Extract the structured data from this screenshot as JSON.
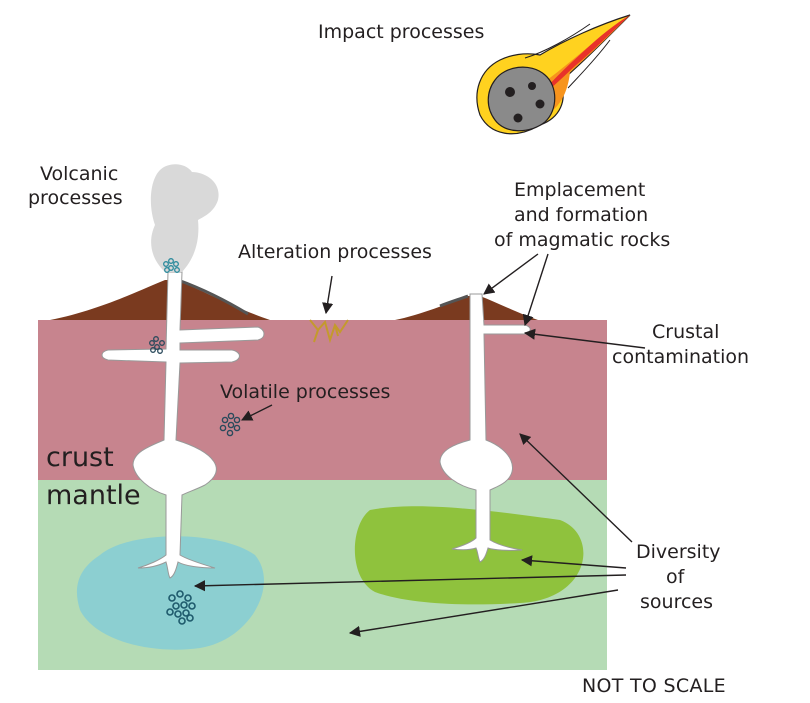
{
  "labels": {
    "impact": "Impact processes",
    "volcanic": [
      "Volcanic",
      "processes"
    ],
    "alteration": "Alteration processes",
    "emplacement": [
      "Emplacement",
      "and formation",
      "of magmatic rocks"
    ],
    "crustal": [
      "Crustal",
      "contamination"
    ],
    "volatile": "Volatile processes",
    "crust": "crust",
    "mantle": "mantle",
    "diversity": [
      "Diversity",
      "of",
      "sources"
    ],
    "scale": "NOT TO SCALE"
  },
  "colors": {
    "crust": "#c7848e",
    "mantle": "#b5dbb5",
    "volcano": "#7a3a1f",
    "source_blue": "#8ccfd1",
    "source_green": "#8fc23d",
    "plume": "#d9d9d9",
    "meteor_rock": "#8a8a8a",
    "flame_red": "#e8322a",
    "flame_orange": "#f7941d",
    "flame_yellow": "#ffd21f",
    "bubble": "#2a8a9c"
  }
}
